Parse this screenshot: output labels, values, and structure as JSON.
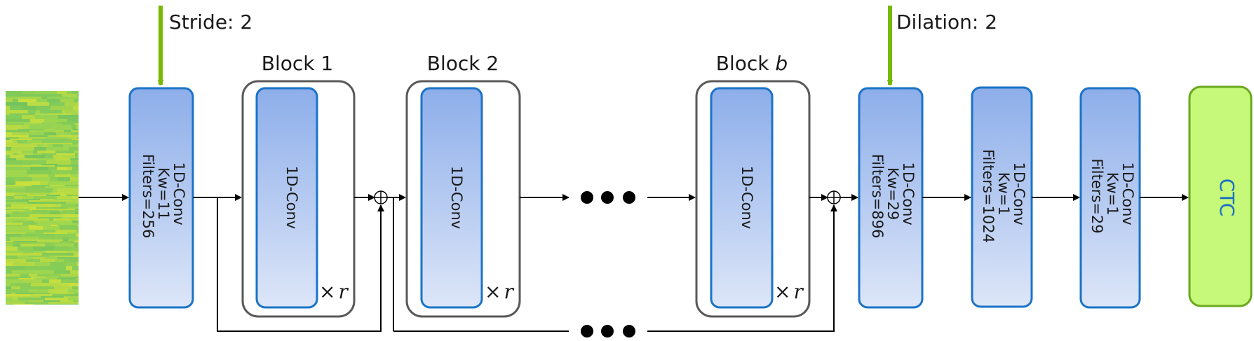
{
  "annotations": {
    "stride": "Stride: 2",
    "dilation": "Dilation: 2"
  },
  "blocks": [
    {
      "title": "Block 1",
      "title_var": "",
      "conv": "1D-Conv",
      "repeat_sign": "×",
      "repeat_var": "r"
    },
    {
      "title": "Block 2",
      "title_var": "",
      "conv": "1D-Conv",
      "repeat_sign": "×",
      "repeat_var": "r"
    },
    {
      "title": "Block ",
      "title_var": "b",
      "conv": "1D-Conv",
      "repeat_sign": "×",
      "repeat_var": "r"
    }
  ],
  "conv_layers": [
    {
      "lines": [
        "1D-Conv",
        "Kw=11",
        "Filters=256"
      ]
    },
    {
      "lines": [
        "1D-Conv",
        "Kw=29",
        "Filters=896"
      ]
    },
    {
      "lines": [
        "1D-Conv",
        "Kw=1",
        "Filters=1024"
      ]
    },
    {
      "lines": [
        "1D-Conv",
        "Kw=1",
        "Filters=29"
      ]
    }
  ],
  "output": {
    "label": "CTC"
  },
  "colors": {
    "conv_top": "#8daeea",
    "conv_bottom": "#dde6f8",
    "conv_border": "#1a73c8",
    "block_border": "#595959",
    "annotation_arrow": "#76b900",
    "ctc_fill": "#c6f879",
    "ctc_border": "#6aa81e",
    "ctc_text": "#1a6fc4",
    "spectrogram_a": "#7cc95a",
    "spectrogram_b": "#c6dd3c"
  },
  "icons": [
    "ellipsis-dots-icon",
    "sum-node-icon",
    "spectrogram-image"
  ]
}
